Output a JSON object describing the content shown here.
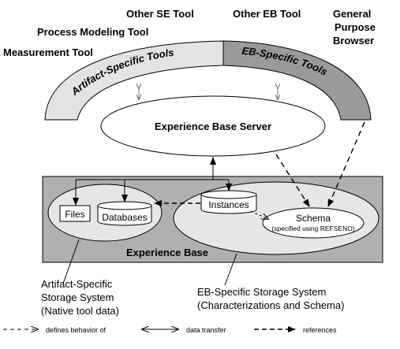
{
  "tools": {
    "other_se": "Other SE Tool",
    "other_eb": "Other EB Tool",
    "general_purpose_line1": "General",
    "general_purpose_line2": "Purpose",
    "general_purpose_line3": "Browser",
    "process_modeling": "Process Modeling Tool",
    "measurement": "Measurement Tool"
  },
  "arcs": {
    "artifact_specific": "Artifact-Specific Tools",
    "eb_specific": "EB-Specific Tools"
  },
  "server": "Experience Base Server",
  "experience_base": {
    "title": "Experience Base",
    "files": "Files",
    "databases": "Databases",
    "instances": "Instances",
    "schema": "Schema",
    "schema_note": "(specified using REFSENO)"
  },
  "captions": {
    "artifact_storage_line1": "Artifact-Specific",
    "artifact_storage_line2": "Storage System",
    "artifact_storage_line3": "(Native tool data)",
    "eb_storage_line1": "EB-Specific Storage System",
    "eb_storage_line2": "(Characterizations and Schema)"
  },
  "legend": {
    "defines_behavior": "defines behavior of",
    "data_transfer": "data transfer",
    "references": "references"
  },
  "colors": {
    "arc_light": "#e3e3e3",
    "arc_dark": "#9a9a9a",
    "eb_box": "#b0b0b0",
    "ellipse_light": "#e6e6e6"
  }
}
